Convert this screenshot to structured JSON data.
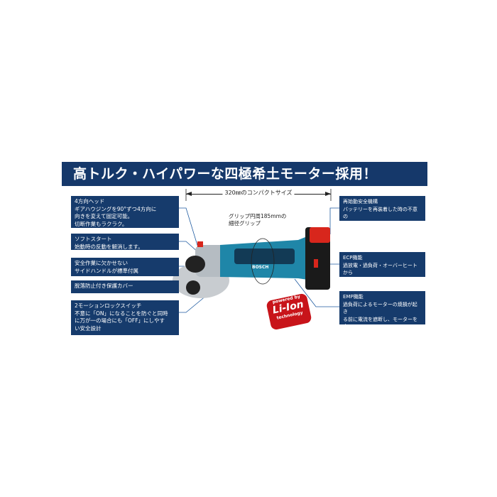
{
  "headline": "高トルク・ハイパワーな四極希土モーター採用！",
  "dimension_label": "320㎜のコンパクトサイズ",
  "grip_note": "グリップ円周185mmの\n細径グリップ",
  "left_features": [
    "4方向ヘッド\nギアハウジングを90°ずつ4方向に\n向きを変えて固定可能。\n切断作業もラクラク。",
    "ソフトスタート\n始動時の反動を解消します。",
    "安全作業に欠かせない\nサイドハンドルが標準付属",
    "脱落防止付き保護カバー",
    "2モーションロックスイッチ\n不意に「ON」になることを防ぐと同時\nに万が一の場合にも「OFF」にしやす\nい安全設計"
  ],
  "right_features": [
    "再始動安全機構\nバッテリーを再装着した時の不意の\n始動を防ぎます。",
    "ECP機能\n過放電・過負荷・オーバーヒートから\nバッテリーを守ります。",
    "EMP機能\n過負荷によるモーターの焼損が起き\nる前に電流を遮断し、モーターを守\nります。"
  ],
  "product": {
    "brand": "BOSCH"
  },
  "badge": {
    "top": "powered by",
    "main": "Li-Ion",
    "bottom": "technology"
  },
  "colors": {
    "navy": "#163b6c",
    "tool_body": "#1f86a8",
    "battery_red": "#d8261c"
  }
}
